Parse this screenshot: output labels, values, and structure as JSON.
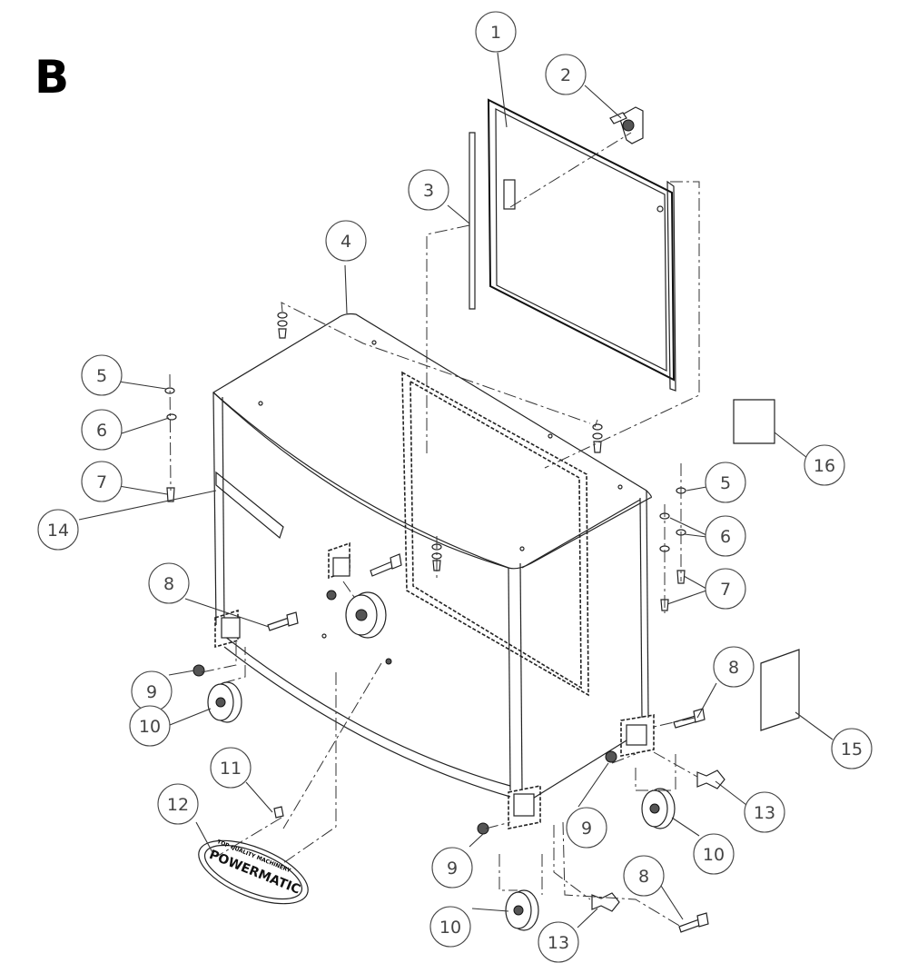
{
  "section_letter": "B",
  "callouts": [
    "1",
    "2",
    "3",
    "4",
    "5",
    "6",
    "7",
    "14",
    "8",
    "9",
    "10",
    "11",
    "12",
    "16",
    "5",
    "6",
    "7",
    "8",
    "15",
    "9",
    "13",
    "10",
    "9",
    "8",
    "10",
    "13"
  ],
  "logo": {
    "brand": "POWERMATIC",
    "top_line": "TOP QUALITY MACHINERY"
  },
  "colors": {
    "line": "#222222",
    "background": "#ffffff",
    "label_text": "#444444"
  }
}
